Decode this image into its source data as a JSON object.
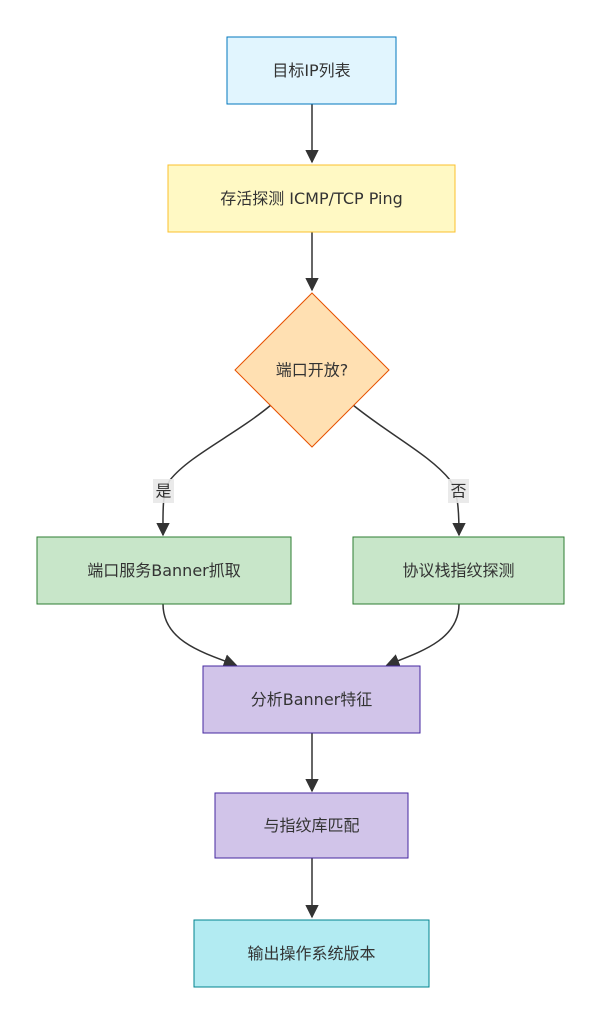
{
  "nodes": {
    "target_ip_list": {
      "label": "目标IP列表",
      "fill": "#e1f5fe",
      "stroke": "#0277bd"
    },
    "liveness_probe": {
      "label": "存活探测 ICMP/TCP Ping",
      "fill": "#fff9c4",
      "stroke": "#fbc02d"
    },
    "port_open_decision": {
      "label": "端口开放?",
      "fill": "#ffe0b2",
      "stroke": "#e65100"
    },
    "banner_grab": {
      "label": "端口服务Banner抓取",
      "fill": "#c8e6c9",
      "stroke": "#2e7d32"
    },
    "stack_fingerprint": {
      "label": "协议栈指纹探测",
      "fill": "#c8e6c9",
      "stroke": "#2e7d32"
    },
    "analyze_banner": {
      "label": "分析Banner特征",
      "fill": "#d1c4e9",
      "stroke": "#4527a0"
    },
    "match_fingerprint_db": {
      "label": "与指纹库匹配",
      "fill": "#d1c4e9",
      "stroke": "#4527a0"
    },
    "output_os_version": {
      "label": "输出操作系统版本",
      "fill": "#b2ebf2",
      "stroke": "#00838f"
    }
  },
  "edges": {
    "yes_label": "是",
    "no_label": "否"
  }
}
